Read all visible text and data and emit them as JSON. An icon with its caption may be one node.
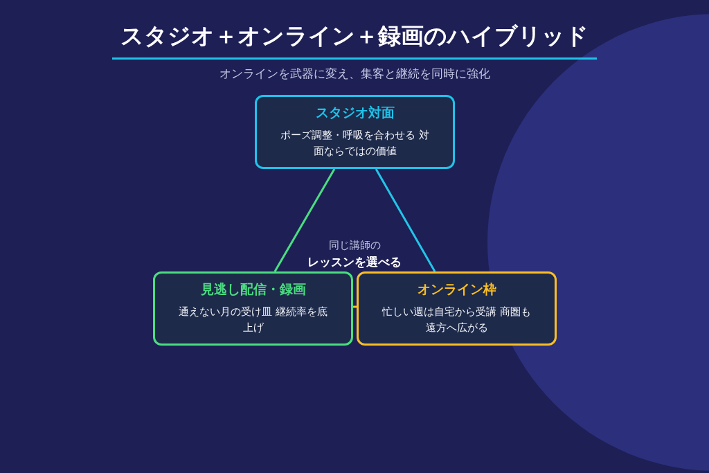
{
  "diagram": {
    "title": "スタジオ＋オンライン＋録画のハイブリッド",
    "nodes": [
      {
        "text": [
          "スタジオ対面",
          "ポーズ調整・呼吸を合わせる 対面ならではの価値"
        ]
      },
      {
        "text": [
          "見逃し配信・録画",
          "通えない月の受け皿 継続率を底上げ"
        ]
      },
      {
        "text": [
          "オンライン枠",
          "忙しい週は自宅から受講 商圏も遠方へ広がる"
        ]
      }
    ],
    "edges": [
      {
        "from": 0,
        "to": 1,
        "arrow": "none",
        "color": "#4ade80"
      },
      {
        "from": 0,
        "to": 2,
        "arrow": "none",
        "color": "#22c5e8"
      },
      {
        "from": 1,
        "to": 2,
        "arrow": "none",
        "color": "#fbbf24"
      }
    ],
    "labels": [
      "オンラインを武器に変え、集客と継続を同時に強化",
      "同じ講師の",
      "レッスンを選べる"
    ]
  }
}
